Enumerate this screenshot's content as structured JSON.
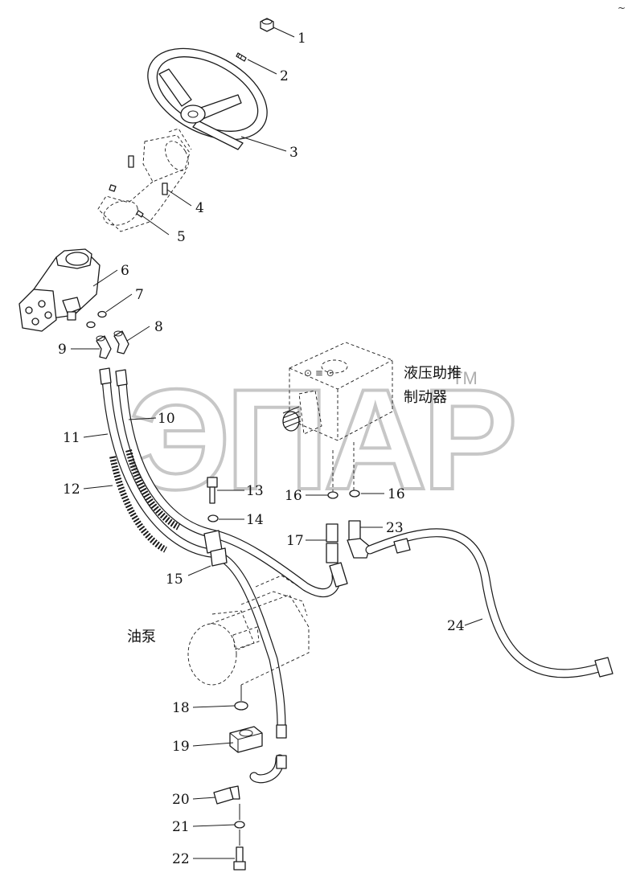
{
  "watermark": {
    "text": "ЭПAP",
    "trademark": "TM"
  },
  "labels": {
    "brake_booster": [
      "液压助推",
      "制动器"
    ],
    "oil_pump": "油泵"
  },
  "corner_mark": "~",
  "callouts": [
    {
      "id": "c1",
      "number": "1"
    },
    {
      "id": "c2",
      "number": "2"
    },
    {
      "id": "c3",
      "number": "3"
    },
    {
      "id": "c4",
      "number": "4"
    },
    {
      "id": "c5",
      "number": "5"
    },
    {
      "id": "c6",
      "number": "6"
    },
    {
      "id": "c7",
      "number": "7"
    },
    {
      "id": "c8",
      "number": "8"
    },
    {
      "id": "c9",
      "number": "9"
    },
    {
      "id": "c10",
      "number": "10"
    },
    {
      "id": "c11",
      "number": "11"
    },
    {
      "id": "c12",
      "number": "12"
    },
    {
      "id": "c13",
      "number": "13"
    },
    {
      "id": "c14",
      "number": "14"
    },
    {
      "id": "c15",
      "number": "15"
    },
    {
      "id": "c16a",
      "number": "16"
    },
    {
      "id": "c16b",
      "number": "16"
    },
    {
      "id": "c17",
      "number": "17"
    },
    {
      "id": "c18",
      "number": "18"
    },
    {
      "id": "c19",
      "number": "19"
    },
    {
      "id": "c20",
      "number": "20"
    },
    {
      "id": "c21",
      "number": "21"
    },
    {
      "id": "c22",
      "number": "22"
    },
    {
      "id": "c23",
      "number": "23"
    },
    {
      "id": "c24",
      "number": "24"
    }
  ]
}
